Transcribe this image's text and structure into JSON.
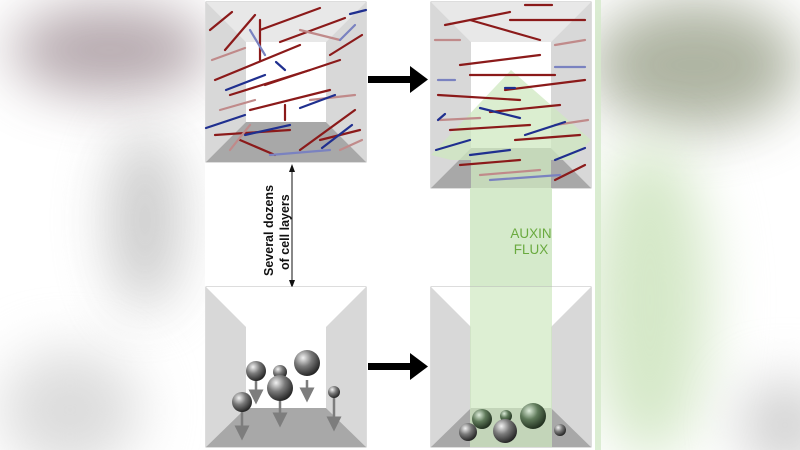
{
  "diagram": {
    "panels": [
      {
        "id": "top-left",
        "content": "microtubules/filaments (red and blue lines), randomly oriented"
      },
      {
        "id": "top-right",
        "content": "filaments reoriented, green upward arrow overlay"
      },
      {
        "id": "bottom-left",
        "content": "statoliths (grey spheres) sedimenting with downward arrows"
      },
      {
        "id": "bottom-right",
        "content": "statoliths settled at floor, green auxin flux column"
      }
    ],
    "labels": {
      "distance_line1": "Several dozens",
      "distance_line2": "of cell layers",
      "auxin_line1": "AUXIN",
      "auxin_line2": "FLUX"
    },
    "colors": {
      "filament_red": "#8b1a1a",
      "filament_blue": "#1f2f8f",
      "auxin_green": "#6aaa3f",
      "auxin_fill": "#cfe8c0",
      "wall_grey": "#d9d9d9",
      "floor_grey": "#a9a9a9"
    },
    "arrows": [
      "right-arrow-top",
      "right-arrow-bottom"
    ]
  }
}
